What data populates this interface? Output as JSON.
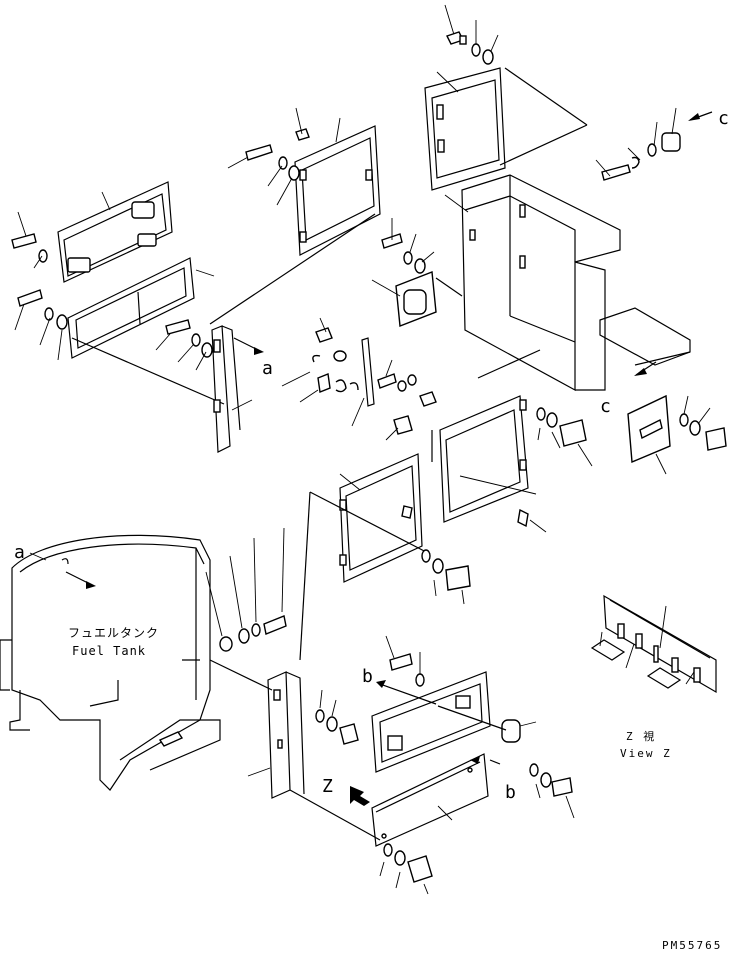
{
  "labels": {
    "tank_jp": "フュエルタンク",
    "tank_en": "Fuel Tank",
    "ref_a": "a",
    "ref_b": "b",
    "ref_c": "c",
    "view_z": "Z",
    "view_jp": "Z 視",
    "view_en": "View Z",
    "code": "PM55765"
  }
}
